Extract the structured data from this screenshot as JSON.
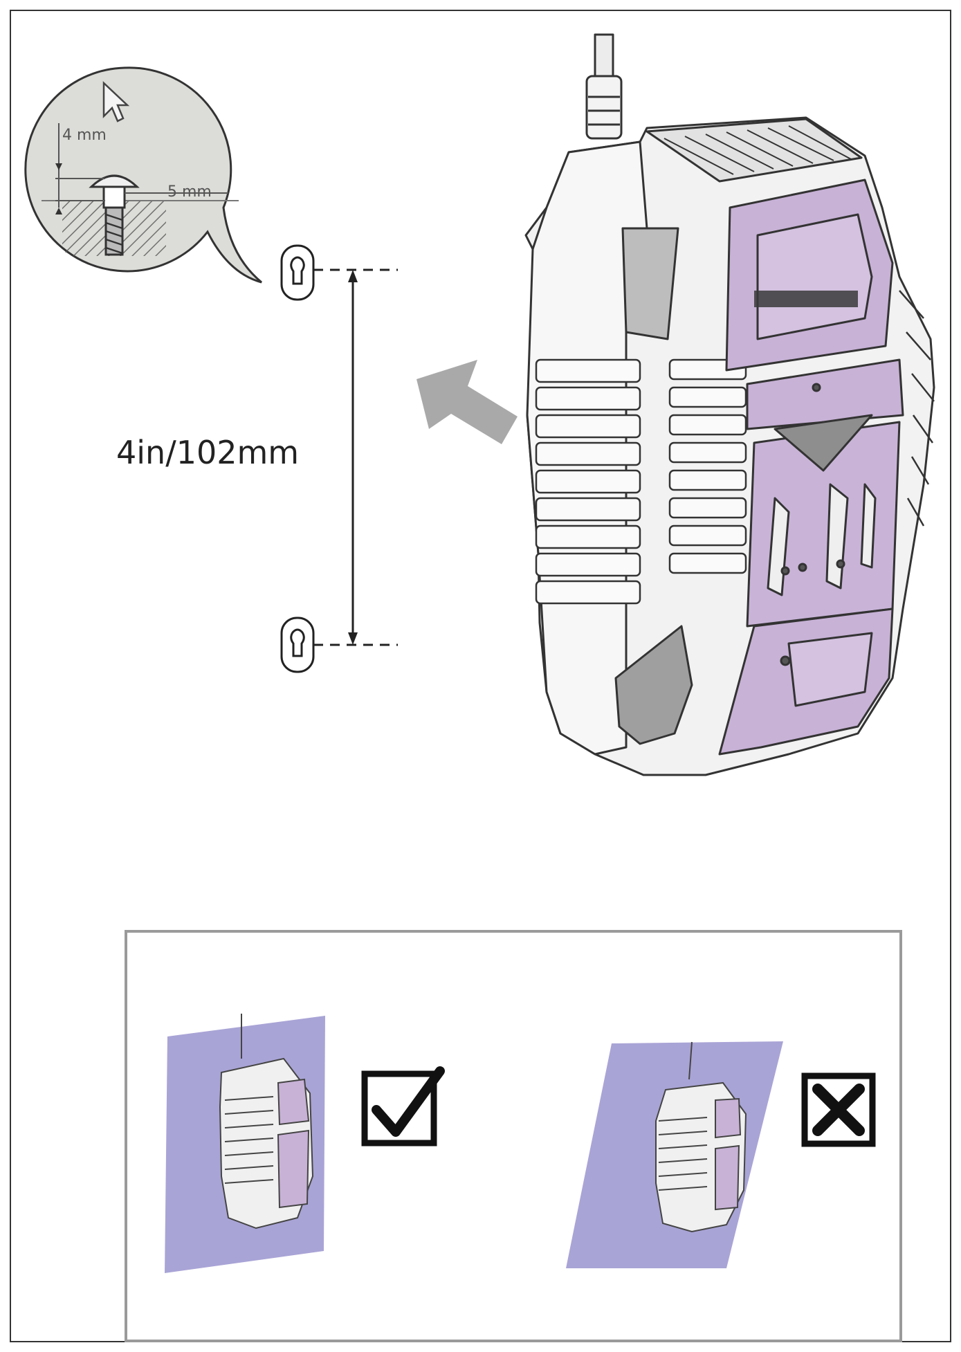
{
  "callout": {
    "depth_label": "4 mm",
    "head_label": "5 mm",
    "cursor_icon": "cursor-arrow-icon"
  },
  "spacing": {
    "label": "4in/102mm"
  },
  "device": {
    "brand_text": "",
    "colors": {
      "accent": "#c8b2d6",
      "outline": "#333333",
      "body": "#f2f2f2",
      "shade": "#9a9a9a"
    }
  },
  "arrow": {
    "icon": "mount-direction-arrow-icon",
    "color": "#a9a9a9"
  },
  "orientation_panel": {
    "correct": {
      "icon": "checkmark-box-icon",
      "wall_color": "#a9a4d6"
    },
    "incorrect": {
      "icon": "x-box-icon",
      "wall_color": "#a9a4d6"
    }
  }
}
